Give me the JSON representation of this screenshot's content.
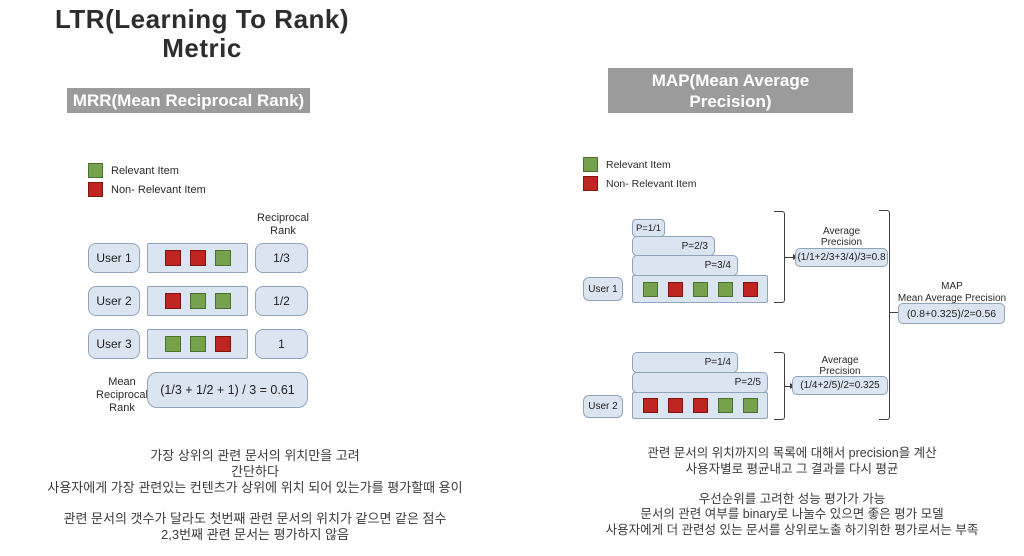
{
  "title": {
    "line1": "LTR(Learning To Rank)",
    "line2": "Metric"
  },
  "colors": {
    "relevant": "#76a24e",
    "relevant_border": "#4c7030",
    "non_relevant": "#c02621",
    "non_relevant_border": "#7e1511",
    "box_fill": "#dbe5f1",
    "box_border": "#90a4bb",
    "header_bg": "#9b9b9b",
    "header_text": "#ffffff"
  },
  "legend": [
    {
      "type": "relevant",
      "label": "Relevant Item"
    },
    {
      "type": "non_relevant",
      "label": "Non- Relevant Item"
    }
  ],
  "mrr": {
    "header": "MRR(Mean Reciprocal Rank)",
    "column_label_line1": "Reciprocal",
    "column_label_line2": "Rank",
    "rows": [
      {
        "user": "User 1",
        "items": [
          "non_relevant",
          "non_relevant",
          "relevant"
        ],
        "rank": "1/3"
      },
      {
        "user": "User 2",
        "items": [
          "non_relevant",
          "relevant",
          "relevant"
        ],
        "rank": "1/2"
      },
      {
        "user": "User 3",
        "items": [
          "relevant",
          "relevant",
          "non_relevant"
        ],
        "rank": "1"
      }
    ],
    "mean_label_line1": "Mean",
    "mean_label_line2": "Reciprocal",
    "mean_label_line3": "Rank",
    "mean_formula": "(1/3 + 1/2 + 1) / 3 = 0.61",
    "notes_para1": [
      "가장 상위의 관련 문서의 위치만을 고려",
      "간단하다",
      "사용자에게 가장 관련있는 컨텐츠가 상위에 위치 되어 있는가를 평가할때 용이"
    ],
    "notes_para2": [
      "관련 문서의 갯수가 달라도 첫번째 관련 문서의 위치가 같으면 같은 점수",
      "2,3번째 관련 문서는 평가하지 않음"
    ]
  },
  "map": {
    "header_line1": "MAP(Mean Average",
    "header_line2": "Precision)",
    "user1": {
      "user": "User 1",
      "p_labels": [
        "P=1/1",
        "P=2/3",
        "P=3/4"
      ],
      "items": [
        "relevant",
        "non_relevant",
        "relevant",
        "relevant",
        "non_relevant"
      ],
      "ap_label_line1": "Average",
      "ap_label_line2": "Precision",
      "ap_formula": "(1/1+2/3+3/4)/3=0.8"
    },
    "user2": {
      "user": "User 2",
      "p_labels": [
        "P=1/4",
        "P=2/5"
      ],
      "items": [
        "non_relevant",
        "non_relevant",
        "non_relevant",
        "relevant",
        "relevant"
      ],
      "ap_label_line1": "Average",
      "ap_label_line2": "Precision",
      "ap_formula": "(1/4+2/5)/2=0.325"
    },
    "map_label_line1": "MAP",
    "map_label_line2": "Mean Average Precision",
    "map_formula": "(0.8+0.325)/2=0.56",
    "notes_para1": [
      "관련 문서의 위치까지의 목록에 대해서 precision을 계산",
      "사용자별로 평균내고 그 결과를 다시 평균"
    ],
    "notes_para2": [
      "우선순위를 고려한 성능 평가가 가능",
      "문서의 관련 여부를 binary로 나눌수 있으면 좋은 평가 모델",
      "사용자에게 더 관련성 있는 문서를 상위로노출 하기위한 평가로서는 부족"
    ]
  }
}
